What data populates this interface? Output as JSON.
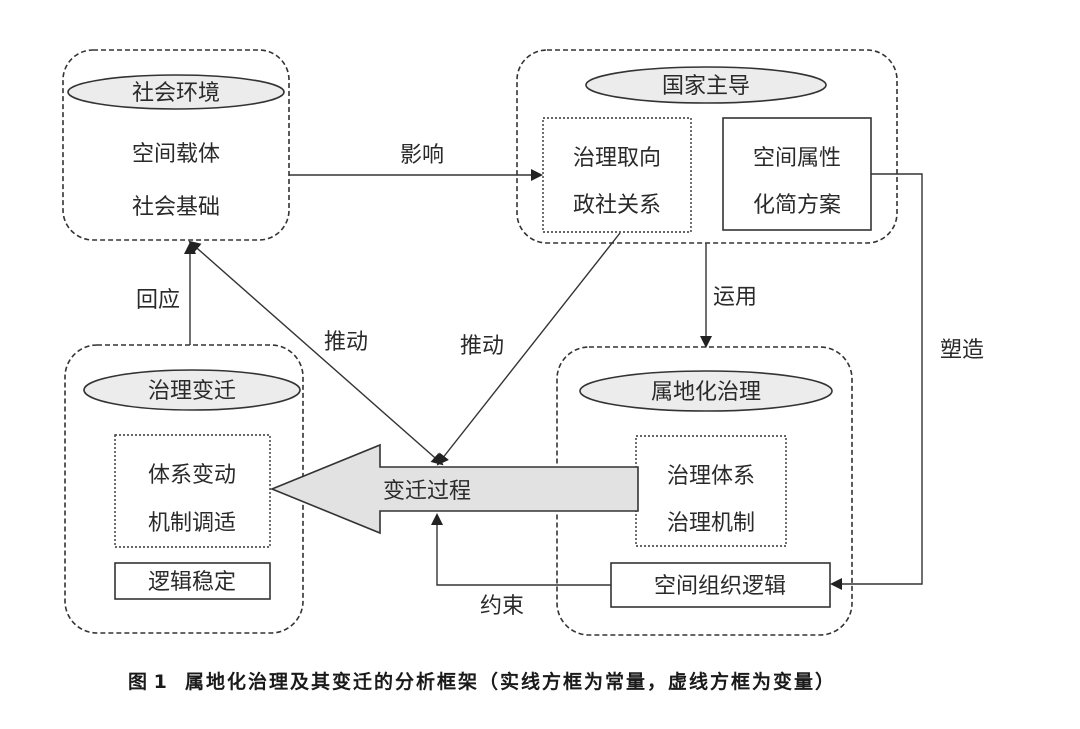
{
  "diagram": {
    "groups": {
      "social_env": {
        "title": "社会环境",
        "lines": [
          "空间载体",
          "社会基础"
        ]
      },
      "state_led": {
        "title": "国家主导",
        "dotted_box": [
          "治理取向",
          "政社关系"
        ],
        "solid_box": [
          "空间属性",
          "化简方案"
        ]
      },
      "gov_change": {
        "title": "治理变迁",
        "dotted_box": [
          "体系变动",
          "机制调适"
        ],
        "solid_box": "逻辑稳定"
      },
      "territorial": {
        "title": "属地化治理",
        "dotted_box": [
          "治理体系",
          "治理机制"
        ],
        "solid_box": "空间组织逻辑"
      }
    },
    "big_arrow": "变迁过程",
    "edge_labels": {
      "influence": "影响",
      "respond": "回应",
      "push_left": "推动",
      "push_right": "推动",
      "apply": "运用",
      "shape": "塑造",
      "constrain": "约束"
    },
    "colors": {
      "ellipse_fill": "#ececec",
      "arrow_fill": "#e2e2e2",
      "stroke": "#333333"
    }
  },
  "caption": {
    "figure_no": "图 1",
    "text": "属地化治理及其变迁的分析框架（实线方框为常量，虚线方框为变量）"
  }
}
